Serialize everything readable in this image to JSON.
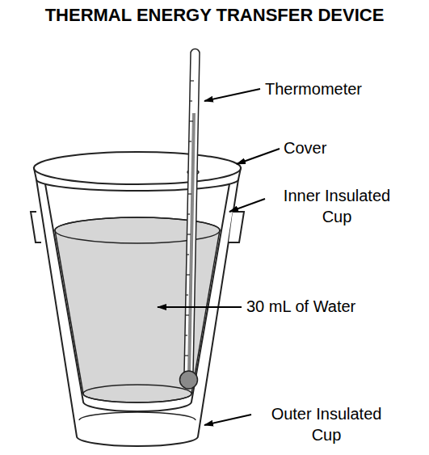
{
  "diagram": {
    "title": "THERMAL ENERGY TRANSFER DEVICE",
    "labels": [
      "Thermometer",
      "Cover",
      "Inner Insulated Cup",
      "30 mL of Water",
      "Outer Insulated Cup"
    ]
  }
}
